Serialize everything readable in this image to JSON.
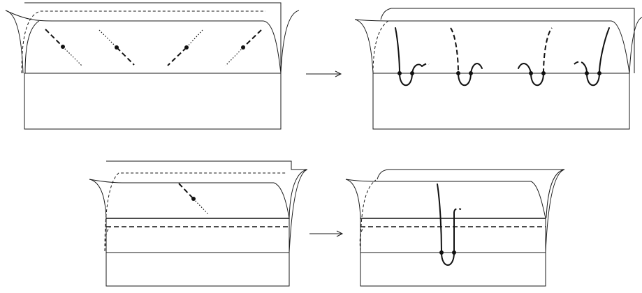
{
  "figure": {
    "panels": [
      {
        "id": "top-left",
        "kind": "surface-with-saddles"
      },
      {
        "id": "top-right",
        "kind": "surface-with-arcs"
      },
      {
        "id": "bottom-left",
        "kind": "surface-with-saddle"
      },
      {
        "id": "bottom-right",
        "kind": "surface-with-arc"
      }
    ],
    "colors": {
      "stroke": "#1a1a1a",
      "background": "#ffffff"
    }
  }
}
